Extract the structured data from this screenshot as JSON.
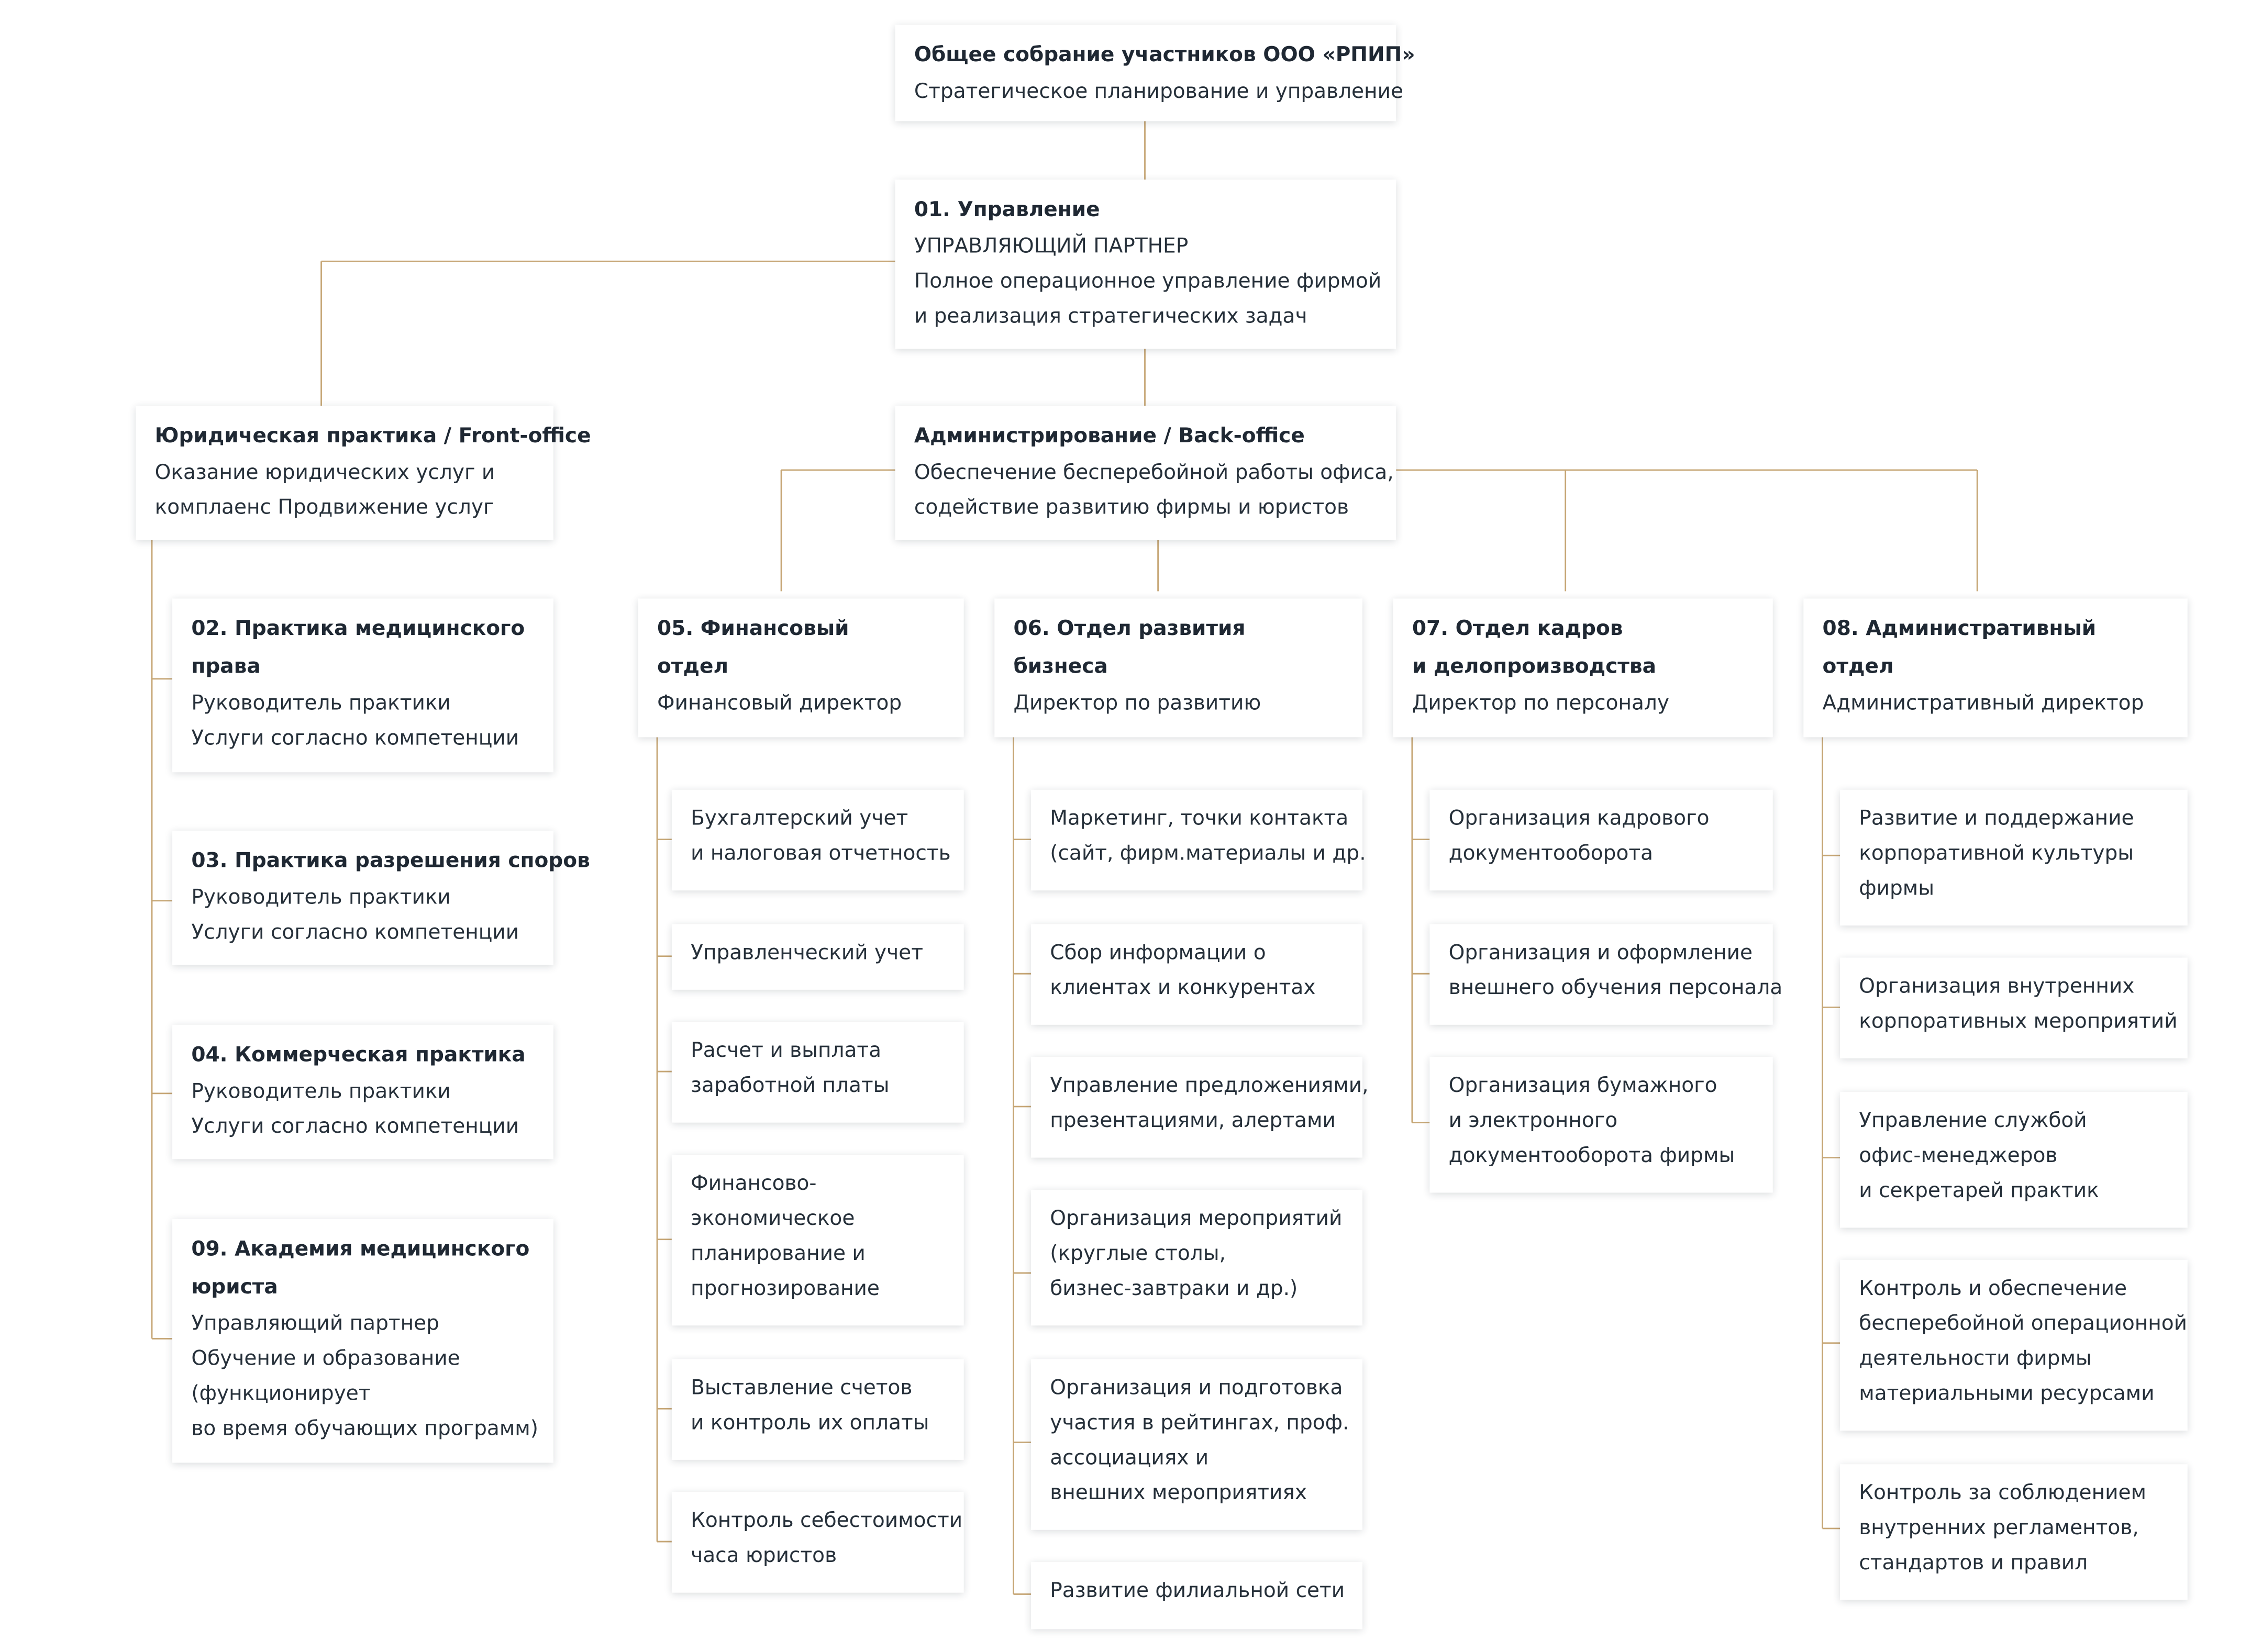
{
  "colors": {
    "connector": "#c6a675",
    "text": "#26303a",
    "title": "#1f2833",
    "background": "#ffffff"
  },
  "assembly": {
    "title": "Общее собрание участников ООО «РПИП»",
    "lines": [
      "Стратегическое планирование и управление"
    ]
  },
  "management": {
    "title": "01. Управление",
    "lines": [
      "УПРАВЛЯЮЩИЙ ПАРТНЕР",
      "Полное операционное управление фирмой",
      "и реализация стратегических задач"
    ]
  },
  "front_office": {
    "title": "Юридическая практика / Front-office",
    "lines": [
      "Оказание юридических услуг и",
      "комплаенс Продвижение услуг"
    ],
    "children": [
      {
        "title": [
          "02. Практика медицинского",
          "права"
        ],
        "lines": [
          "Руководитель практики",
          "Услуги согласно компетенции"
        ]
      },
      {
        "title": [
          "03. Практика разрешения споров"
        ],
        "lines": [
          "Руководитель практики",
          "Услуги согласно компетенции"
        ]
      },
      {
        "title": [
          "04. Коммерческая практика"
        ],
        "lines": [
          "Руководитель практики",
          "Услуги согласно компетенции"
        ]
      },
      {
        "title": [
          "09. Академия медицинского",
          "юриста"
        ],
        "lines": [
          "Управляющий партнер",
          "Обучение и образование",
          "(функционирует",
          "во время обучающих программ)"
        ]
      }
    ]
  },
  "back_office": {
    "title": "Администрирование / Back-office",
    "lines": [
      "Обеспечение бесперебойной работы офиса,",
      "содействие развитию фирмы и юристов"
    ]
  },
  "departments": [
    {
      "title": [
        "05. Финансовый",
        "отдел"
      ],
      "lines": [
        "Финансовый директор"
      ],
      "items": [
        [
          "Бухгалтерский учет",
          "и налоговая отчетность"
        ],
        [
          "Управленческий учет"
        ],
        [
          "Расчет и выплата",
          "заработной платы"
        ],
        [
          "Финансово-",
          "экономическое",
          "планирование и",
          "прогнозирование"
        ],
        [
          "Выставление счетов",
          "и контроль их оплаты"
        ],
        [
          "Контроль себестоимости",
          "часа юристов"
        ]
      ]
    },
    {
      "title": [
        "06. Отдел развития",
        "бизнеса"
      ],
      "lines": [
        "Директор по развитию"
      ],
      "items": [
        [
          "Маркетинг, точки контакта",
          "(сайт, фирм.материалы и др."
        ],
        [
          "Сбор информации о",
          "клиентах и конкурентах"
        ],
        [
          "Управление предложениями,",
          "презентациями, алертами"
        ],
        [
          "Организация мероприятий",
          "(круглые столы,",
          "бизнес-завтраки и др.)"
        ],
        [
          "Организация и подготовка",
          "участия в рейтингах, проф.",
          "ассоциациях и",
          "внешних мероприятиях"
        ],
        [
          "Развитие филиальной сети"
        ]
      ]
    },
    {
      "title": [
        "07. Отдел кадров",
        "и делопроизводства"
      ],
      "lines": [
        "Директор по персоналу"
      ],
      "items": [
        [
          "Организация кадрового",
          "документооборота"
        ],
        [
          "Организация и оформление",
          "внешнего обучения персонала"
        ],
        [
          "Организация бумажного",
          "и электронного",
          "документооборота фирмы"
        ]
      ]
    },
    {
      "title": [
        "08. Административный",
        "отдел"
      ],
      "lines": [
        "Административный директор"
      ],
      "items": [
        [
          "Развитие и поддержание",
          "корпоративной культуры",
          "фирмы"
        ],
        [
          "Организация внутренних",
          "корпоративных мероприятий"
        ],
        [
          "Управление службой",
          "офис-менеджеров",
          "и секретарей практик"
        ],
        [
          "Контроль и обеспечение",
          "бесперебойной операционной",
          "деятельности фирмы",
          "материальными ресурсами"
        ],
        [
          "Контроль за соблюдением",
          "внутренних регламентов,",
          "стандартов и правил"
        ]
      ]
    }
  ]
}
